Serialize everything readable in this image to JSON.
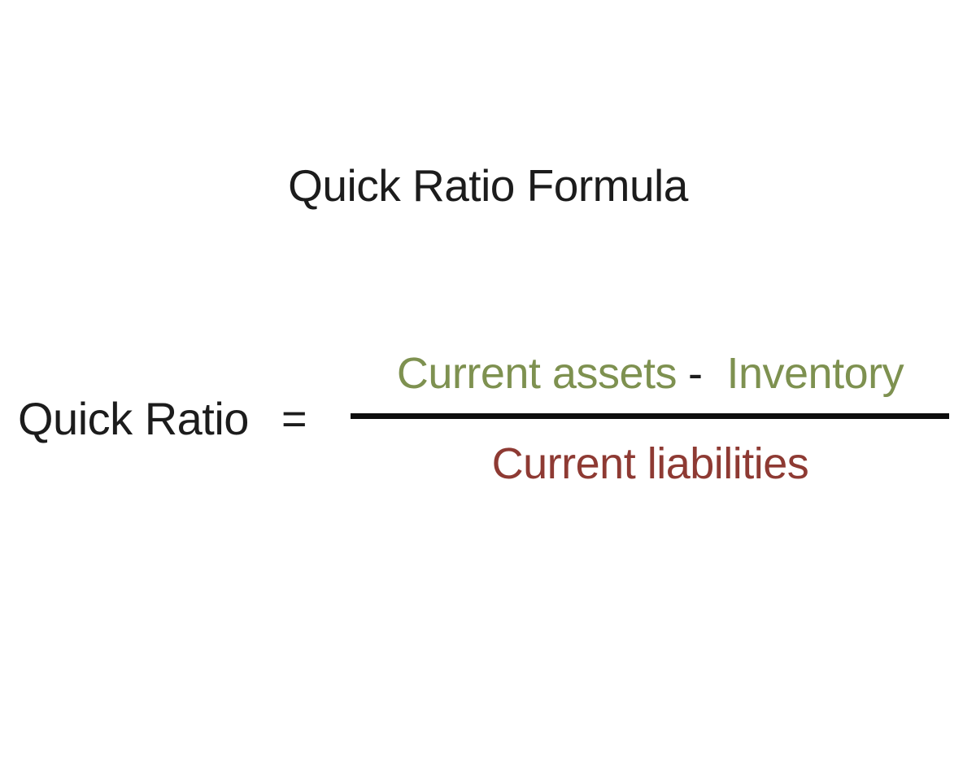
{
  "title": "Quick Ratio Formula",
  "formula": {
    "lhs": "Quick Ratio",
    "equals_sign": "=",
    "numerator_term1": "Current assets",
    "numerator_operator": "-",
    "numerator_term2": "Inventory",
    "denominator": "Current liabilities"
  },
  "colors": {
    "background": "#ffffff",
    "text-black": "#1c1c1c",
    "numerator-green": "#7e9150",
    "denominator-maroon": "#8e3a33",
    "fraction-bar": "#0d0d0d"
  }
}
